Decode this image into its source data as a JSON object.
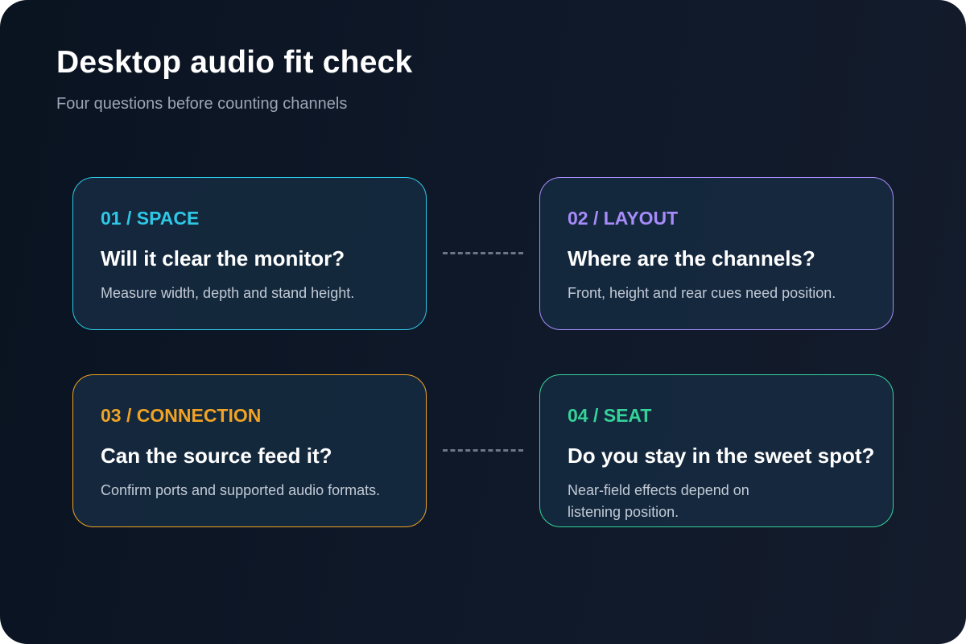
{
  "title": "Desktop audio fit check",
  "subtitle": "Four questions before counting channels",
  "cards": [
    {
      "tag": "01 / SPACE",
      "question": "Will it clear the monitor?",
      "note": "Measure width, depth and stand height.",
      "accent": "#2ec8e6"
    },
    {
      "tag": "02 / LAYOUT",
      "question": "Where are the channels?",
      "note": "Front, height and rear cues need position.",
      "accent": "#a78bfa"
    },
    {
      "tag": "03 / CONNECTION",
      "question": "Can the source feed it?",
      "note": "Confirm ports and supported audio formats.",
      "accent": "#f0a324"
    },
    {
      "tag": "04 / SEAT",
      "question": "Do you stay in the sweet spot?",
      "note": "Near-field effects depend on listening position.",
      "accent": "#34d399"
    }
  ],
  "colors": {
    "background": "#0e1828",
    "connector": "#6b7687",
    "title": "#ffffff",
    "subtitle": "#9aa5b5"
  }
}
